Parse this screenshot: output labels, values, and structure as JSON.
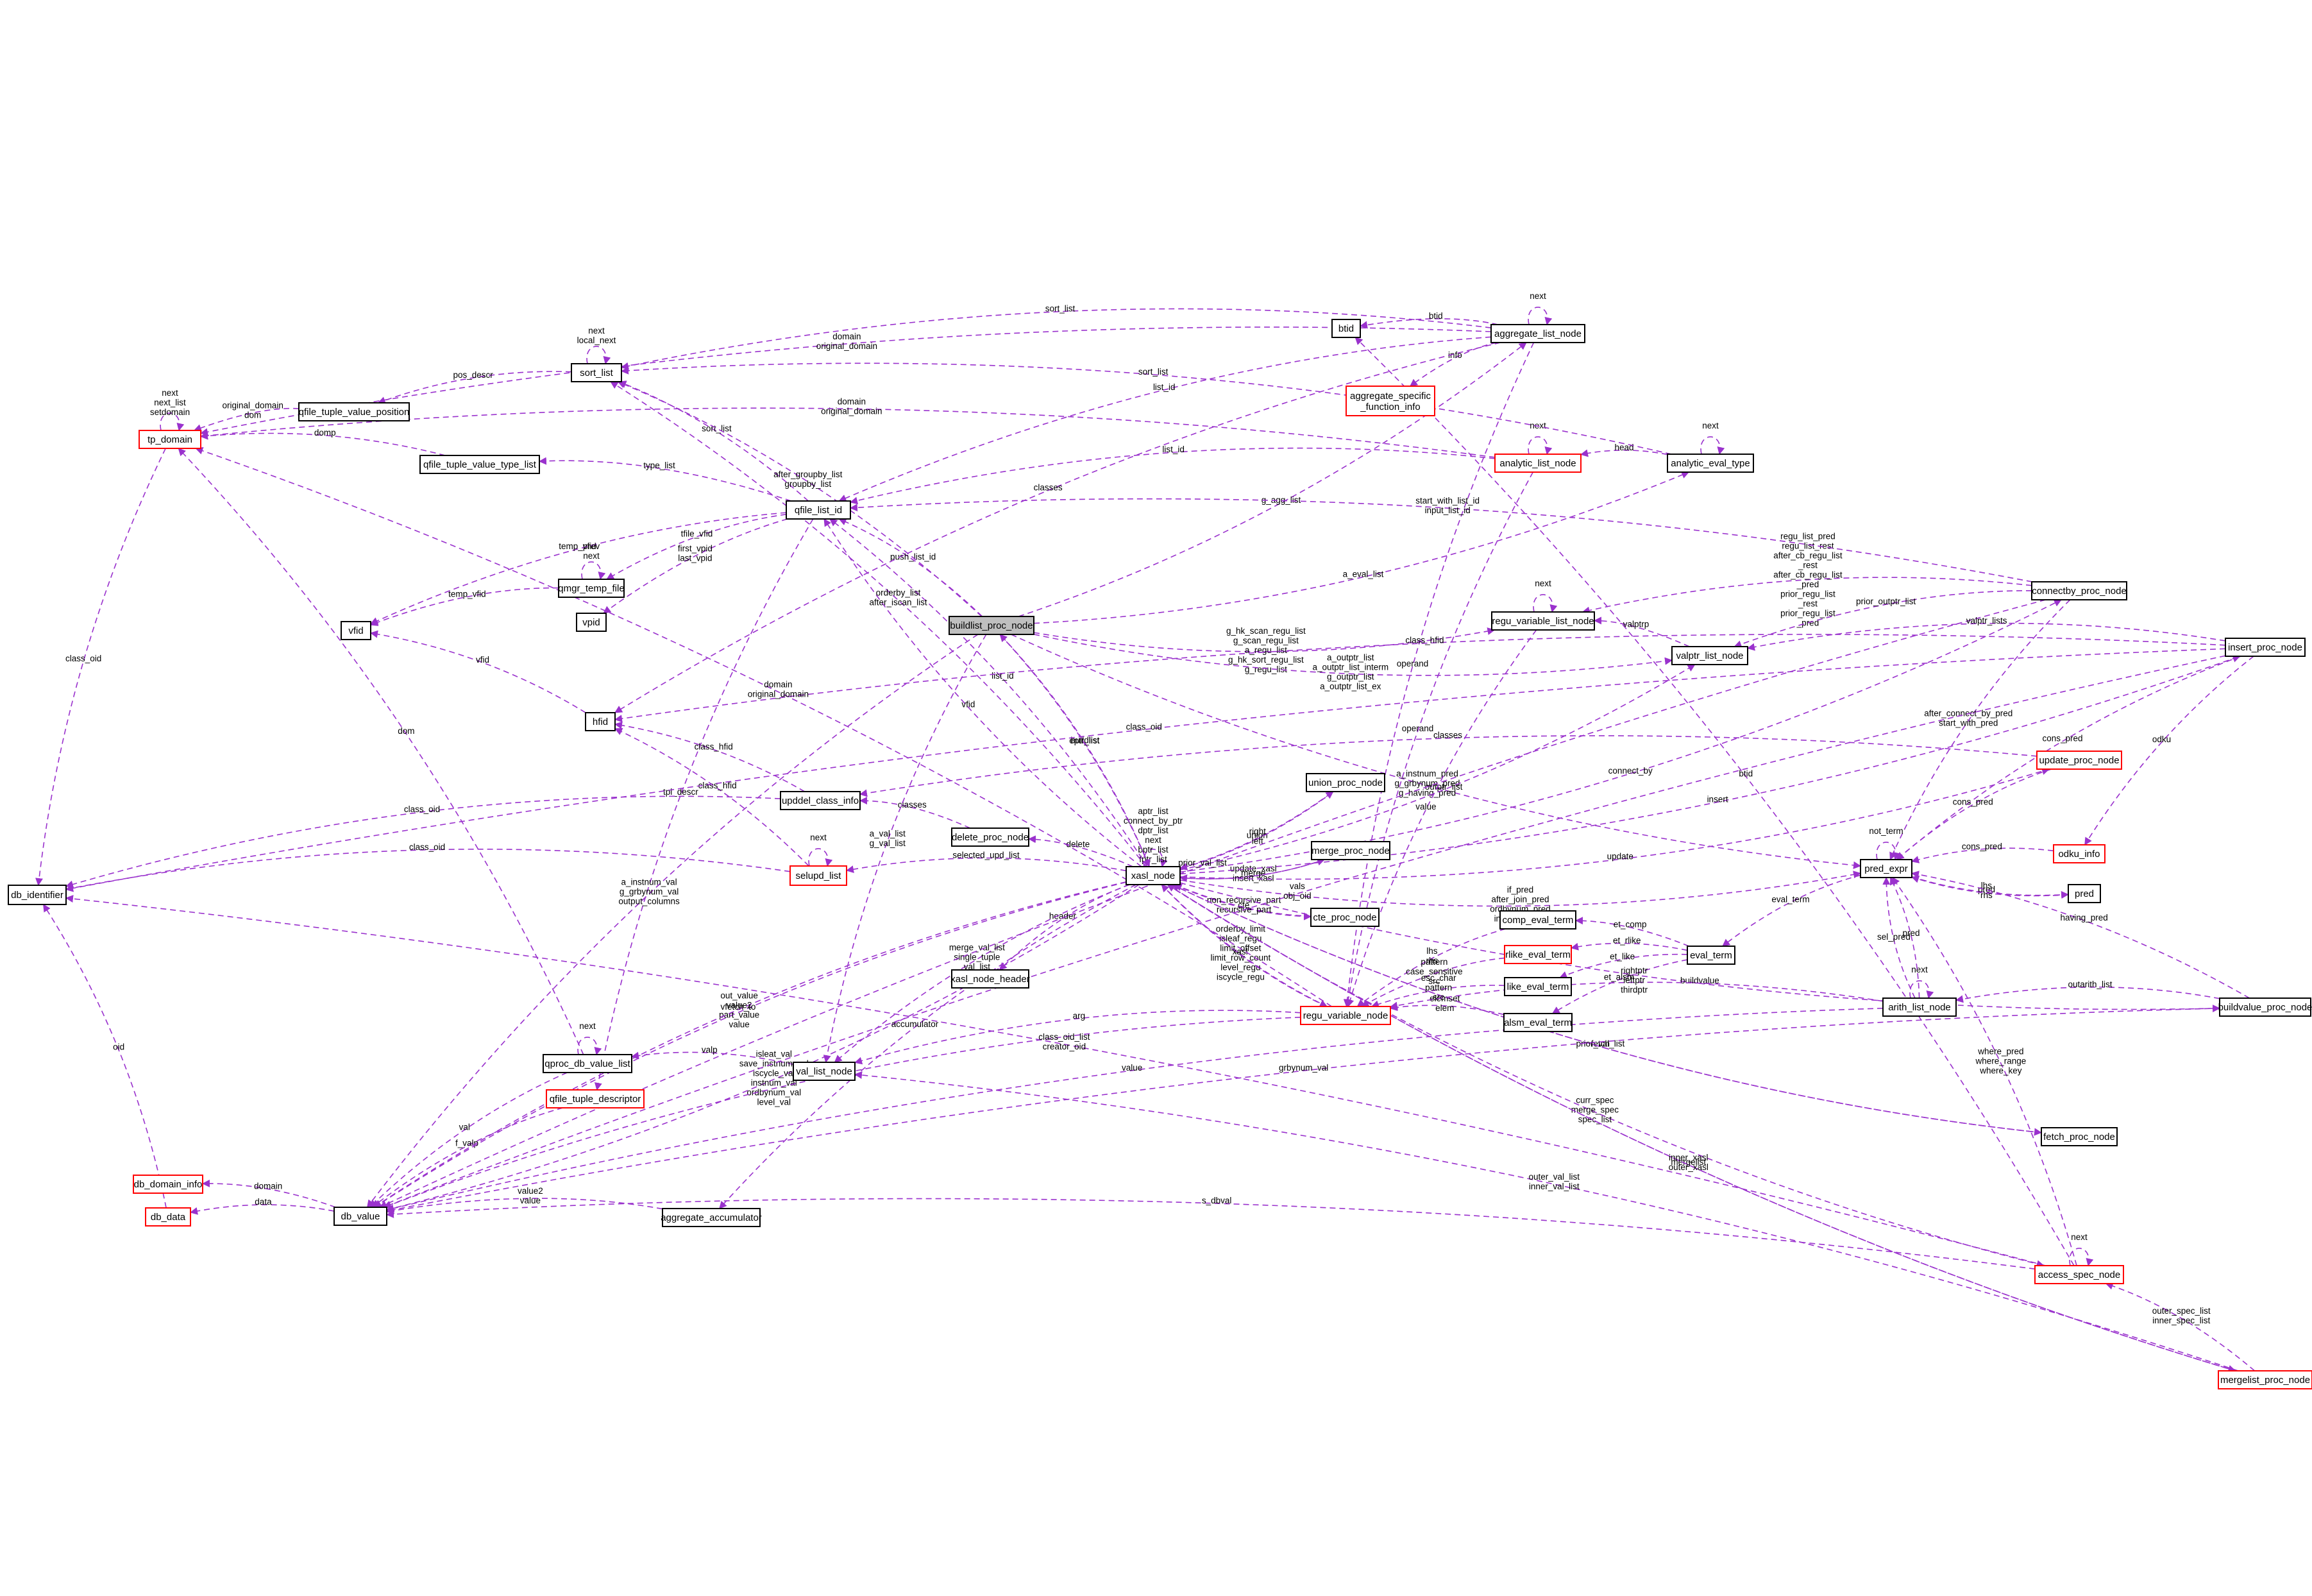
{
  "palette": {
    "edge": "#9a32cd",
    "node_border": "#000000",
    "incomplete_border": "#ff0000",
    "focus_fill": "#bfbfbf"
  },
  "nodes": {
    "db_identifier": {
      "label": "db_identifier",
      "style": "normal"
    },
    "tp_domain": {
      "label": "tp_domain",
      "style": "red"
    },
    "qfile_tuple_value_position": {
      "label": "qfile_tuple_value_position",
      "style": "normal"
    },
    "qfile_tuple_value_type_list": {
      "label": "qfile_tuple_value_type_list",
      "style": "normal"
    },
    "sort_list": {
      "label": "sort_list",
      "style": "normal"
    },
    "qmgr_temp_file": {
      "label": "qmgr_temp_file",
      "style": "normal"
    },
    "vfid": {
      "label": "vfid",
      "style": "normal"
    },
    "vpid": {
      "label": "vpid",
      "style": "normal"
    },
    "hfid": {
      "label": "hfid",
      "style": "normal"
    },
    "qfile_list_id": {
      "label": "qfile_list_id",
      "style": "normal"
    },
    "upddel_class_info": {
      "label": "upddel_class_info",
      "style": "normal"
    },
    "selupd_list": {
      "label": "selupd_list",
      "style": "red"
    },
    "qproc_db_value_list": {
      "label": "qproc_db_value_list",
      "style": "normal"
    },
    "qfile_tuple_descriptor": {
      "label": "qfile_tuple_descriptor",
      "style": "red"
    },
    "db_domain_info": {
      "label": "db_domain_info",
      "style": "red"
    },
    "db_data": {
      "label": "db_data",
      "style": "red"
    },
    "db_value": {
      "label": "db_value",
      "style": "normal"
    },
    "aggregate_accumulator": {
      "label": "aggregate_accumulator",
      "style": "normal"
    },
    "val_list_node": {
      "label": "val_list_node",
      "style": "normal"
    },
    "xasl_node_header": {
      "label": "xasl_node_header",
      "style": "normal"
    },
    "delete_proc_node": {
      "label": "delete_proc_node",
      "style": "normal"
    },
    "buildlist_proc_node": {
      "label": "buildlist_proc_node",
      "style": "focus"
    },
    "xasl_node": {
      "label": "xasl_node",
      "style": "normal"
    },
    "btid": {
      "label": "btid",
      "style": "normal"
    },
    "aggregate_list_node": {
      "label": "aggregate_list_node",
      "style": "normal"
    },
    "aggregate_specific_function_info": {
      "label": "aggregate_specific\n_function_info",
      "style": "red"
    },
    "analytic_list_node": {
      "label": "analytic_list_node",
      "style": "red"
    },
    "analytic_eval_type": {
      "label": "analytic_eval_type",
      "style": "normal"
    },
    "union_proc_node": {
      "label": "union_proc_node",
      "style": "normal"
    },
    "merge_proc_node": {
      "label": "merge_proc_node",
      "style": "normal"
    },
    "cte_proc_node": {
      "label": "cte_proc_node",
      "style": "normal"
    },
    "regu_variable_list_node": {
      "label": "regu_variable_list_node",
      "style": "normal"
    },
    "valptr_list_node": {
      "label": "valptr_list_node",
      "style": "normal"
    },
    "regu_variable_node": {
      "label": "regu_variable_node",
      "style": "red"
    },
    "comp_eval_term": {
      "label": "comp_eval_term",
      "style": "normal"
    },
    "rlike_eval_term": {
      "label": "rlike_eval_term",
      "style": "red"
    },
    "like_eval_term": {
      "label": "like_eval_term",
      "style": "normal"
    },
    "alsm_eval_term": {
      "label": "alsm_eval_term",
      "style": "normal"
    },
    "eval_term": {
      "label": "eval_term",
      "style": "normal"
    },
    "connectby_proc_node": {
      "label": "connectby_proc_node",
      "style": "normal"
    },
    "insert_proc_node": {
      "label": "insert_proc_node",
      "style": "normal"
    },
    "update_proc_node": {
      "label": "update_proc_node",
      "style": "red"
    },
    "pred_expr": {
      "label": "pred_expr",
      "style": "normal"
    },
    "odku_info": {
      "label": "odku_info",
      "style": "red"
    },
    "pred": {
      "label": "pred",
      "style": "normal"
    },
    "arith_list_node": {
      "label": "arith_list_node",
      "style": "normal"
    },
    "buildvalue_proc_node": {
      "label": "buildvalue_proc_node",
      "style": "normal"
    },
    "fetch_proc_node": {
      "label": "fetch_proc_node",
      "style": "normal"
    },
    "access_spec_node": {
      "label": "access_spec_node",
      "style": "red"
    },
    "mergelist_proc_node": {
      "label": "mergelist_proc_node",
      "style": "red"
    }
  },
  "edges": [
    {
      "from": "tp_domain",
      "to": "db_identifier",
      "label": "class_oid"
    },
    {
      "from": "tp_domain",
      "to": "tp_domain",
      "label": "next\nnext_list\nsetdomain"
    },
    {
      "from": "qfile_tuple_value_position",
      "to": "tp_domain",
      "label": "original_domain\ndom"
    },
    {
      "from": "qfile_tuple_value_type_list",
      "to": "tp_domain",
      "label": "domp"
    },
    {
      "from": "sort_list",
      "to": "sort_list",
      "label": "next\nlocal_next"
    },
    {
      "from": "sort_list",
      "to": "qfile_tuple_value_position",
      "label": "pos_descr"
    },
    {
      "from": "qmgr_temp_file",
      "to": "qmgr_temp_file",
      "label": "prev\nnext"
    },
    {
      "from": "qmgr_temp_file",
      "to": "vfid",
      "label": "temp_vfid"
    },
    {
      "from": "qfile_list_id",
      "to": "qfile_tuple_value_type_list",
      "label": "type_list"
    },
    {
      "from": "qfile_list_id",
      "to": "sort_list",
      "label": "sort_list"
    },
    {
      "from": "qfile_list_id",
      "to": "vfid",
      "label": "temp_vfid"
    },
    {
      "from": "qfile_list_id",
      "to": "qmgr_temp_file",
      "label": "tfile_vfid"
    },
    {
      "from": "qfile_list_id",
      "to": "vpid",
      "label": "first_vpid\nlast_vpid"
    },
    {
      "from": "qfile_list_id",
      "to": "qfile_tuple_descriptor",
      "label": "tpl_descr"
    },
    {
      "from": "hfid",
      "to": "vfid",
      "label": "vfid"
    },
    {
      "from": "upddel_class_info",
      "to": "hfid",
      "label": "class_hfid"
    },
    {
      "from": "upddel_class_info",
      "to": "db_identifier",
      "label": "class_oid"
    },
    {
      "from": "selupd_list",
      "to": "selupd_list",
      "label": "next"
    },
    {
      "from": "selupd_list",
      "to": "hfid",
      "label": "class_hfid"
    },
    {
      "from": "selupd_list",
      "to": "db_identifier",
      "label": "class_oid"
    },
    {
      "from": "qproc_db_value_list",
      "to": "qproc_db_value_list",
      "label": "next"
    },
    {
      "from": "qproc_db_value_list",
      "to": "db_value",
      "label": "val"
    },
    {
      "from": "qproc_db_value_list",
      "to": "tp_domain",
      "label": "dom"
    },
    {
      "from": "qfile_tuple_descriptor",
      "to": "db_value",
      "label": "f_valp"
    },
    {
      "from": "db_value",
      "to": "db_domain_info",
      "label": "domain"
    },
    {
      "from": "db_value",
      "to": "db_data",
      "label": "data"
    },
    {
      "from": "db_data",
      "to": "db_identifier",
      "label": "oid"
    },
    {
      "from": "aggregate_accumulator",
      "to": "db_value",
      "label": "value2\nvalue"
    },
    {
      "from": "val_list_node",
      "to": "qproc_db_value_list",
      "label": "valp"
    },
    {
      "from": "xasl_node",
      "to": "xasl_node_header",
      "label": "header"
    },
    {
      "from": "xasl_node",
      "to": "delete_proc_node",
      "label": "delete"
    },
    {
      "from": "xasl_node",
      "to": "selupd_list",
      "label": "selected_upd_list"
    },
    {
      "from": "delete_proc_node",
      "to": "upddel_class_info",
      "label": "classes"
    },
    {
      "from": "xasl_node",
      "to": "xasl_node",
      "label": "aptr_list\nconnect_by_ptr\ndptr_list\nnext\nbptr_list\nfptr_list\nscan_ptr"
    },
    {
      "from": "xasl_node",
      "to": "buildlist_proc_node",
      "label": "buildlist"
    },
    {
      "from": "buildlist_proc_node",
      "to": "xasl_node",
      "label": "eptr_list"
    },
    {
      "from": "buildlist_proc_node",
      "to": "qfile_list_id",
      "label": "push_list_id"
    },
    {
      "from": "buildlist_proc_node",
      "to": "sort_list",
      "label": "after_groupby_list\ngroupby_list"
    },
    {
      "from": "buildlist_proc_node",
      "to": "regu_variable_list_node",
      "label": "g_hk_scan_regu_list\ng_scan_regu_list\na_regu_list\ng_hk_sort_regu_list\ng_regu_list"
    },
    {
      "from": "buildlist_proc_node",
      "to": "valptr_list_node",
      "label": "a_outptr_list\na_outptr_list_interm\ng_outptr_list\na_outptr_list_ex"
    },
    {
      "from": "buildlist_proc_node",
      "to": "aggregate_list_node",
      "label": "g_agg_list"
    },
    {
      "from": "buildlist_proc_node",
      "to": "analytic_eval_type",
      "label": "a_eval_list"
    },
    {
      "from": "buildlist_proc_node",
      "to": "pred_expr",
      "label": "a_instnum_pred\ng_grbynum_pred\ng_having_pred"
    },
    {
      "from": "buildlist_proc_node",
      "to": "val_list_node",
      "label": "a_val_list\ng_val_list"
    },
    {
      "from": "buildlist_proc_node",
      "to": "db_value",
      "label": "a_instnum_val\ng_grbynum_val\noutput_columns"
    },
    {
      "from": "xasl_node",
      "to": "qfile_list_id",
      "label": "list_id"
    },
    {
      "from": "xasl_node",
      "to": "qfile_list_id",
      "label": "vfid"
    },
    {
      "from": "xasl_node",
      "to": "sort_list",
      "label": "orderby_list\nafter_iscan_list"
    },
    {
      "from": "xasl_node",
      "to": "val_list_node",
      "label": "merge_val_list\nsingle_tuple\nval_list"
    },
    {
      "from": "xasl_node",
      "to": "db_value",
      "label": "out_value\nvalue2\npart_value\nvalue"
    },
    {
      "from": "xasl_node",
      "to": "db_value",
      "label": "isleat_val\nsave_instnum_val\niscycle_val\ninstnum_val\nordbynum_val\nlevel_val"
    },
    {
      "from": "xasl_node",
      "to": "union_proc_node",
      "label": "union"
    },
    {
      "from": "union_proc_node",
      "to": "xasl_node",
      "label": "right\nleft"
    },
    {
      "from": "xasl_node",
      "to": "merge_proc_node",
      "label": "merge"
    },
    {
      "from": "merge_proc_node",
      "to": "xasl_node",
      "label": "update_xasl\ninsert_xasl"
    },
    {
      "from": "xasl_node",
      "to": "cte_proc_node",
      "label": "cte"
    },
    {
      "from": "cte_proc_node",
      "to": "xasl_node",
      "label": "non_recursive_part\nrecursive_part"
    },
    {
      "from": "xasl_node",
      "to": "regu_variable_node",
      "label": "orderby_limit\nisleaf_regu\nlimit_offset\nlimit_row_count\nlevel_regu\niscycle_regu"
    },
    {
      "from": "regu_variable_node",
      "to": "xasl_node",
      "label": "xasl"
    },
    {
      "from": "xasl_node",
      "to": "pred_expr",
      "label": "if_pred\nafter_join_pred\nordbynum_pred\ninstnum_pred"
    },
    {
      "from": "xasl_node",
      "to": "valptr_list_node",
      "label": "outptr_list"
    },
    {
      "from": "xasl_node",
      "to": "update_proc_node",
      "label": "update"
    },
    {
      "from": "xasl_node",
      "to": "connectby_proc_node",
      "label": "connect_by"
    },
    {
      "from": "xasl_node",
      "to": "insert_proc_node",
      "label": "insert"
    },
    {
      "from": "xasl_node",
      "to": "buildvalue_proc_node",
      "label": "buildvalue"
    },
    {
      "from": "xasl_node",
      "to": "fetch_proc_node",
      "label": "fetch"
    },
    {
      "from": "fetch_proc_node",
      "to": "xasl_node",
      "label": "prior_val_list"
    },
    {
      "from": "xasl_node",
      "to": "access_spec_node",
      "label": "curr_spec\nmerge_spec\nspec_list"
    },
    {
      "from": "xasl_node",
      "to": "mergelist_proc_node",
      "label": "mergelist"
    },
    {
      "from": "mergelist_proc_node",
      "to": "xasl_node",
      "label": "inner_xasl\nouter_xasl"
    },
    {
      "from": "xasl_node",
      "to": "db_value",
      "label": "vfetch_to"
    },
    {
      "from": "xasl_node",
      "to": "aggregate_accumulator",
      "label": "accumulator"
    },
    {
      "from": "aggregate_list_node",
      "to": "aggregate_list_node",
      "label": "next"
    },
    {
      "from": "aggregate_list_node",
      "to": "btid",
      "label": "btid"
    },
    {
      "from": "aggregate_list_node",
      "to": "aggregate_specific_function_info",
      "label": "info"
    },
    {
      "from": "aggregate_list_node",
      "to": "sort_list",
      "label": "sort_list"
    },
    {
      "from": "aggregate_list_node",
      "to": "qfile_list_id",
      "label": "list_id"
    },
    {
      "from": "aggregate_list_node",
      "to": "tp_domain",
      "label": "domain\noriginal_domain"
    },
    {
      "from": "aggregate_list_node",
      "to": "regu_variable_node",
      "label": "operand"
    },
    {
      "from": "aggregate_list_node",
      "to": "hfid",
      "label": "classes"
    },
    {
      "from": "analytic_list_node",
      "to": "analytic_list_node",
      "label": "next"
    },
    {
      "from": "analytic_eval_type",
      "to": "analytic_eval_type",
      "label": "next"
    },
    {
      "from": "analytic_eval_type",
      "to": "analytic_list_node",
      "label": "head"
    },
    {
      "from": "analytic_list_node",
      "to": "qfile_list_id",
      "label": "list_id"
    },
    {
      "from": "analytic_list_node",
      "to": "regu_variable_node",
      "label": "operand"
    },
    {
      "from": "analytic_list_node",
      "to": "tp_domain",
      "label": "domain\noriginal_domain"
    },
    {
      "from": "analytic_eval_type",
      "to": "sort_list",
      "label": "sort_list"
    },
    {
      "from": "regu_variable_list_node",
      "to": "regu_variable_list_node",
      "label": "next"
    },
    {
      "from": "regu_variable_list_node",
      "to": "regu_variable_node",
      "label": "value"
    },
    {
      "from": "valptr_list_node",
      "to": "regu_variable_list_node",
      "label": "valptrp"
    },
    {
      "from": "connectby_proc_node",
      "to": "regu_variable_list_node",
      "label": "regu_list_pred\nregu_list_rest\nafter_cb_regu_list\n_rest\nafter_cb_regu_list\n_pred\nprior_regu_list\n_rest\nprior_regu_list\n_pred"
    },
    {
      "from": "connectby_proc_node",
      "to": "valptr_list_node",
      "label": "prior_outptr_list"
    },
    {
      "from": "connectby_proc_node",
      "to": "pred_expr",
      "label": "after_connect_by_pred\nstart_with_pred"
    },
    {
      "from": "connectby_proc_node",
      "to": "qfile_list_id",
      "label": "start_with_list_id\ninput_list_id"
    },
    {
      "from": "connectby_proc_node",
      "to": "db_value",
      "label": "prior_val_list"
    },
    {
      "from": "insert_proc_node",
      "to": "valptr_list_node",
      "label": "valptr_lists"
    },
    {
      "from": "insert_proc_node",
      "to": "odku_info",
      "label": "odku"
    },
    {
      "from": "insert_proc_node",
      "to": "hfid",
      "label": "class_hfid"
    },
    {
      "from": "insert_proc_node",
      "to": "db_identifier",
      "label": "class_oid"
    },
    {
      "from": "insert_proc_node",
      "to": "db_value",
      "label": "vals\nobj_oid"
    },
    {
      "from": "insert_proc_node",
      "to": "pred_expr",
      "label": "cons_pred"
    },
    {
      "from": "update_proc_node",
      "to": "pred_expr",
      "label": "cons_pred"
    },
    {
      "from": "update_proc_node",
      "to": "upddel_class_info",
      "label": "classes"
    },
    {
      "from": "odku_info",
      "to": "pred_expr",
      "label": "cons_pred"
    },
    {
      "from": "pred_expr",
      "to": "pred_expr",
      "label": "not_term"
    },
    {
      "from": "pred_expr",
      "to": "pred",
      "label": "pred"
    },
    {
      "from": "pred",
      "to": "pred_expr",
      "label": "lhs\nrhs"
    },
    {
      "from": "pred_expr",
      "to": "eval_term",
      "label": "eval_term"
    },
    {
      "from": "eval_term",
      "to": "comp_eval_term",
      "label": "et_comp"
    },
    {
      "from": "eval_term",
      "to": "rlike_eval_term",
      "label": "et_rlike"
    },
    {
      "from": "eval_term",
      "to": "like_eval_term",
      "label": "et_like"
    },
    {
      "from": "eval_term",
      "to": "alsm_eval_term",
      "label": "et_alsm"
    },
    {
      "from": "comp_eval_term",
      "to": "regu_variable_node",
      "label": "lhs\nrhs"
    },
    {
      "from": "rlike_eval_term",
      "to": "regu_variable_node",
      "label": "pattern\ncase_sensitive\nsrc"
    },
    {
      "from": "like_eval_term",
      "to": "regu_variable_node",
      "label": "esc_char\npattern\nsrc"
    },
    {
      "from": "alsm_eval_term",
      "to": "regu_variable_node",
      "label": "elemset\nelem"
    },
    {
      "from": "regu_variable_node",
      "to": "db_value",
      "label": "value"
    },
    {
      "from": "regu_variable_node",
      "to": "tp_domain",
      "label": "domain\noriginal_domain"
    },
    {
      "from": "arith_list_node",
      "to": "arith_list_node",
      "label": "next"
    },
    {
      "from": "arith_list_node",
      "to": "regu_variable_node",
      "label": "rightptr\nleftptr\nthirdptr"
    },
    {
      "from": "arith_list_node",
      "to": "pred_expr",
      "label": "pred"
    },
    {
      "from": "arith_list_node",
      "to": "db_value",
      "label": "value"
    },
    {
      "from": "buildvalue_proc_node",
      "to": "arith_list_node",
      "label": "outarith_list"
    },
    {
      "from": "buildvalue_proc_node",
      "to": "pred_expr",
      "label": "having_pred"
    },
    {
      "from": "buildvalue_proc_node",
      "to": "db_value",
      "label": "grbynum_val"
    },
    {
      "from": "access_spec_node",
      "to": "access_spec_node",
      "label": "next"
    },
    {
      "from": "access_spec_node",
      "to": "pred_expr",
      "label": "where_pred\nwhere_range\nwhere_key"
    },
    {
      "from": "access_spec_node",
      "to": "db_value",
      "label": "s_dbval"
    },
    {
      "from": "access_spec_node",
      "to": "btid",
      "label": "btid"
    },
    {
      "from": "access_spec_node",
      "to": "db_identifier",
      "label": "class_oid_list\ncreator_oid"
    },
    {
      "from": "mergelist_proc_node",
      "to": "access_spec_node",
      "label": "outer_spec_list\ninner_spec_list"
    },
    {
      "from": "mergelist_proc_node",
      "to": "val_list_node",
      "label": "outer_val_list\ninner_val_list"
    },
    {
      "from": "regu_variable_node",
      "to": "val_list_node",
      "label": "arg"
    },
    {
      "from": "arith_list_node",
      "to": "pred_expr",
      "label": "sel_pred"
    }
  ]
}
